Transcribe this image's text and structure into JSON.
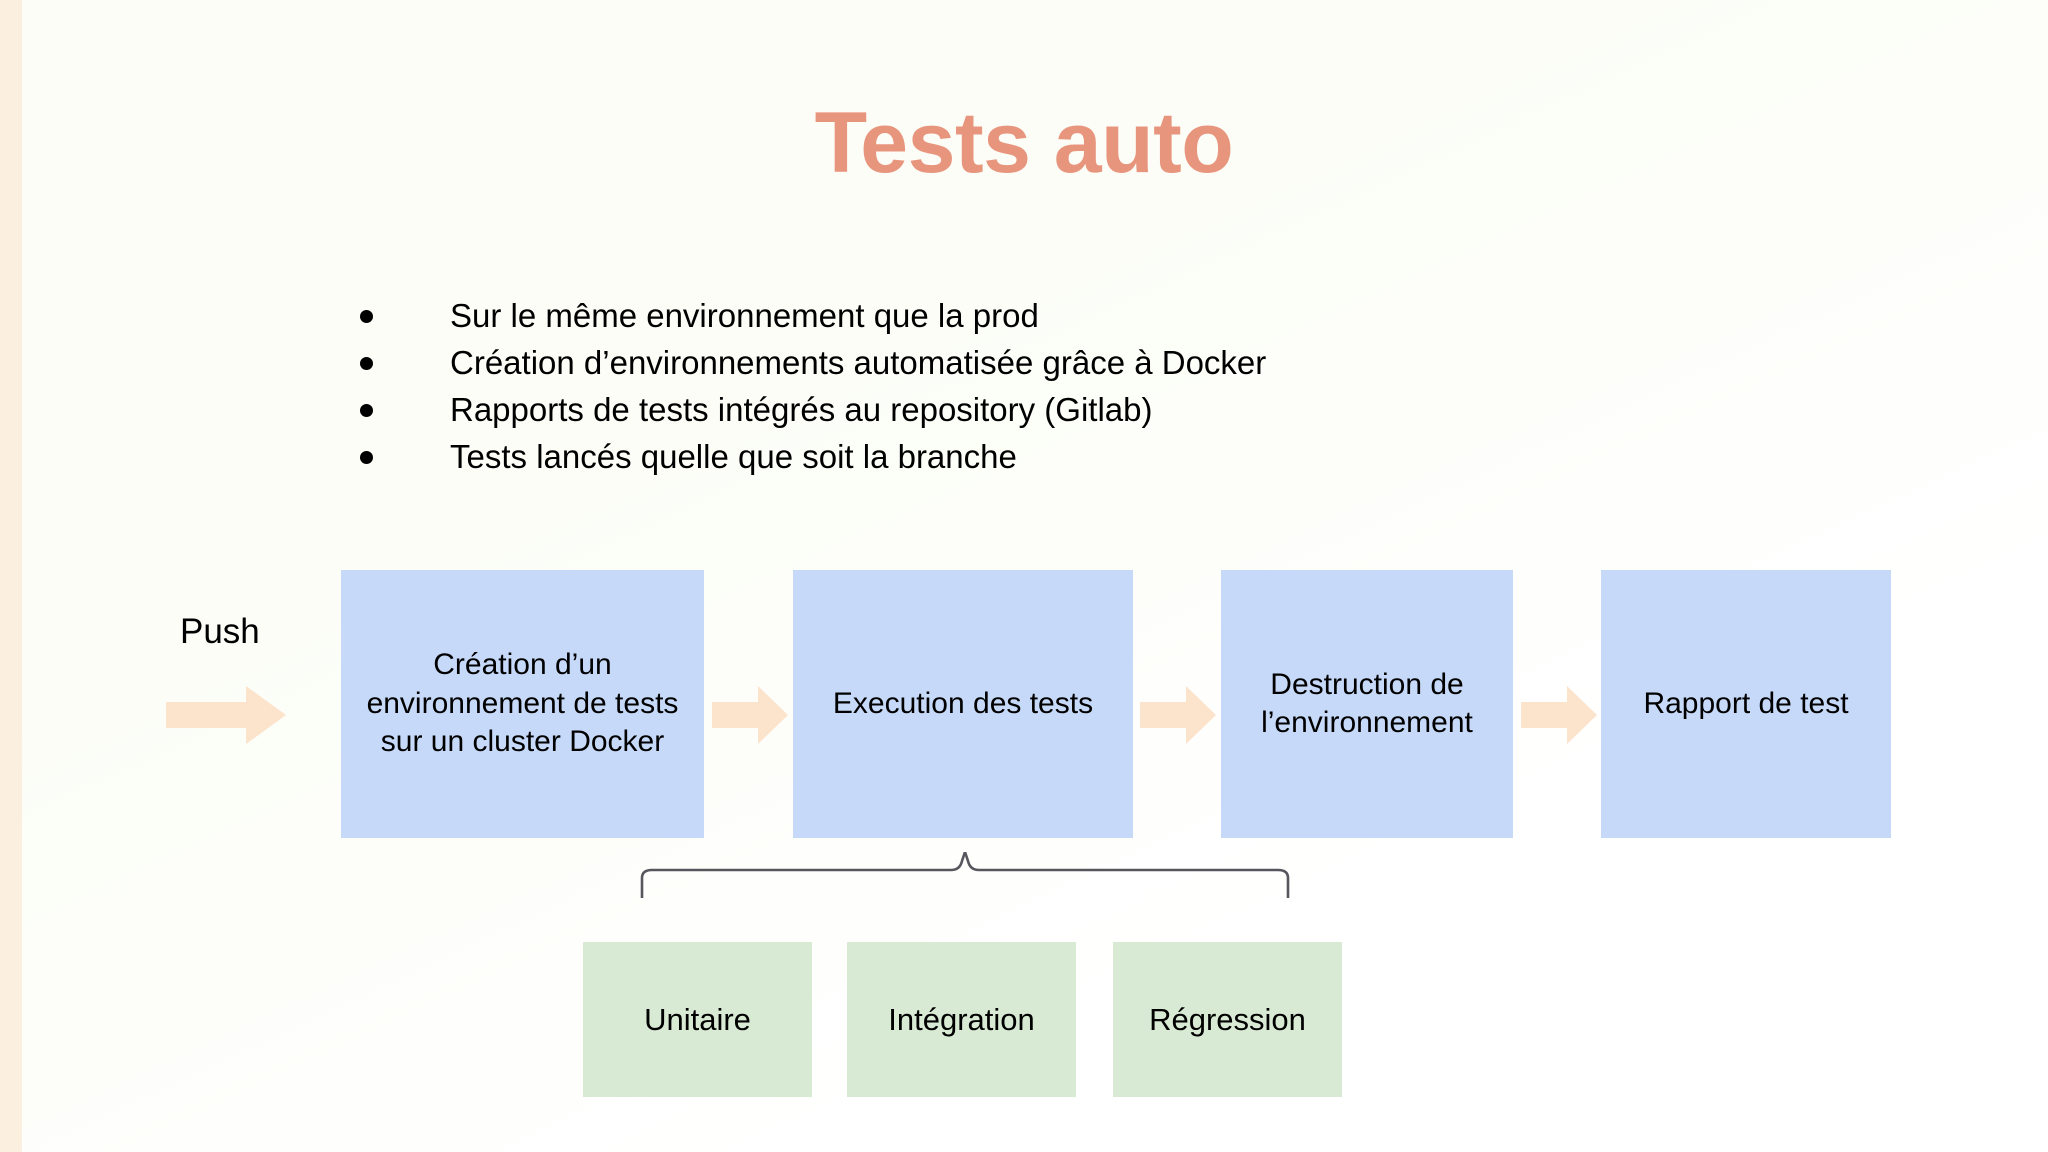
{
  "slide": {
    "title": "Tests auto",
    "title_color": "#e8957e",
    "accent_stripe_color": "#fbf0e0",
    "background_color": "#fdfefa"
  },
  "bullets": [
    {
      "text": "Sur le même environnement que la prod"
    },
    {
      "text": "Création d’environnements automatisée grâce à Docker"
    },
    {
      "text": "Rapports de tests intégrés au repository (Gitlab)"
    },
    {
      "text": "Tests lancés quelle que soit la branche"
    }
  ],
  "flow": {
    "trigger_label": "Push",
    "box_color": "#c6d9f8",
    "arrow_color": "#fce3cc",
    "steps": [
      {
        "label": "Création d’un environnement de tests sur un cluster Docker"
      },
      {
        "label": "Execution des tests"
      },
      {
        "label": "Destruction de l’environnement"
      },
      {
        "label": "Rapport de test"
      }
    ]
  },
  "test_types": {
    "box_color": "#d8ead3",
    "brace_color": "#57565c",
    "items": [
      {
        "label": "Unitaire"
      },
      {
        "label": "Intégration"
      },
      {
        "label": "Régression"
      }
    ]
  }
}
